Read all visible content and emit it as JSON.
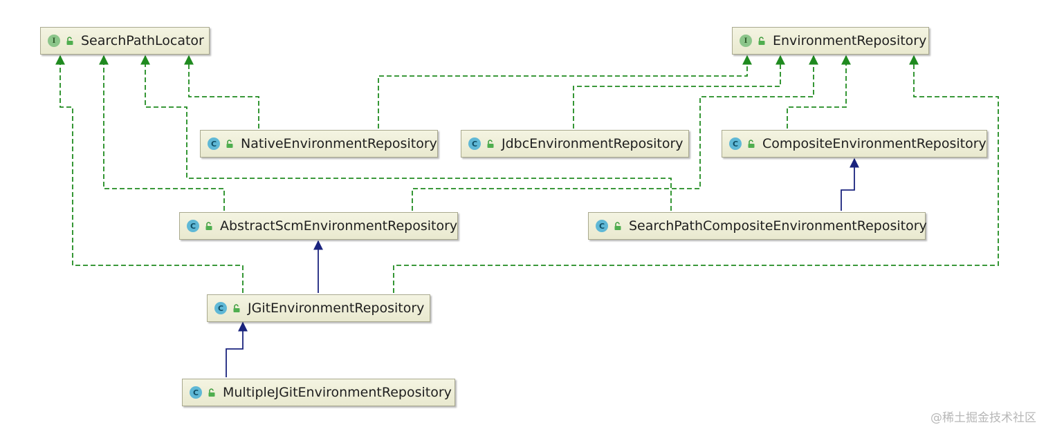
{
  "diagram": {
    "nodes": [
      {
        "id": "n_spl",
        "kind": "I",
        "label": "SearchPathLocator"
      },
      {
        "id": "n_er",
        "kind": "I",
        "label": "EnvironmentRepository"
      },
      {
        "id": "n_ner",
        "kind": "C",
        "label": "NativeEnvironmentRepository"
      },
      {
        "id": "n_jer",
        "kind": "C",
        "label": "JdbcEnvironmentRepository"
      },
      {
        "id": "n_cer",
        "kind": "C",
        "label": "CompositeEnvironmentRepository"
      },
      {
        "id": "n_aser",
        "kind": "C",
        "label": "AbstractScmEnvironmentRepository"
      },
      {
        "id": "n_spc",
        "kind": "C",
        "label": "SearchPathCompositeEnvironmentRepository"
      },
      {
        "id": "n_jgit",
        "kind": "C",
        "label": "JGitEnvironmentRepository"
      },
      {
        "id": "n_mjg",
        "kind": "C",
        "label": "MultipleJGitEnvironmentRepository"
      }
    ],
    "edges": [
      {
        "from": "NativeEnvironmentRepository",
        "to": "SearchPathLocator",
        "type": "implements"
      },
      {
        "from": "AbstractScmEnvironmentRepository",
        "to": "SearchPathLocator",
        "type": "implements"
      },
      {
        "from": "SearchPathCompositeEnvironmentRepository",
        "to": "SearchPathLocator",
        "type": "implements"
      },
      {
        "from": "JGitEnvironmentRepository",
        "to": "SearchPathLocator",
        "type": "implements"
      },
      {
        "from": "NativeEnvironmentRepository",
        "to": "EnvironmentRepository",
        "type": "implements"
      },
      {
        "from": "JdbcEnvironmentRepository",
        "to": "EnvironmentRepository",
        "type": "implements"
      },
      {
        "from": "AbstractScmEnvironmentRepository",
        "to": "EnvironmentRepository",
        "type": "implements"
      },
      {
        "from": "CompositeEnvironmentRepository",
        "to": "EnvironmentRepository",
        "type": "implements"
      },
      {
        "from": "JGitEnvironmentRepository",
        "to": "EnvironmentRepository",
        "type": "implements"
      },
      {
        "from": "SearchPathCompositeEnvironmentRepository",
        "to": "CompositeEnvironmentRepository",
        "type": "extends"
      },
      {
        "from": "JGitEnvironmentRepository",
        "to": "AbstractScmEnvironmentRepository",
        "type": "extends"
      },
      {
        "from": "MultipleJGitEnvironmentRepository",
        "to": "JGitEnvironmentRepository",
        "type": "extends"
      }
    ],
    "colors": {
      "implements": "#1f8a1f",
      "extends": "#1a237e"
    }
  },
  "watermark": "@稀土掘金技术社区"
}
